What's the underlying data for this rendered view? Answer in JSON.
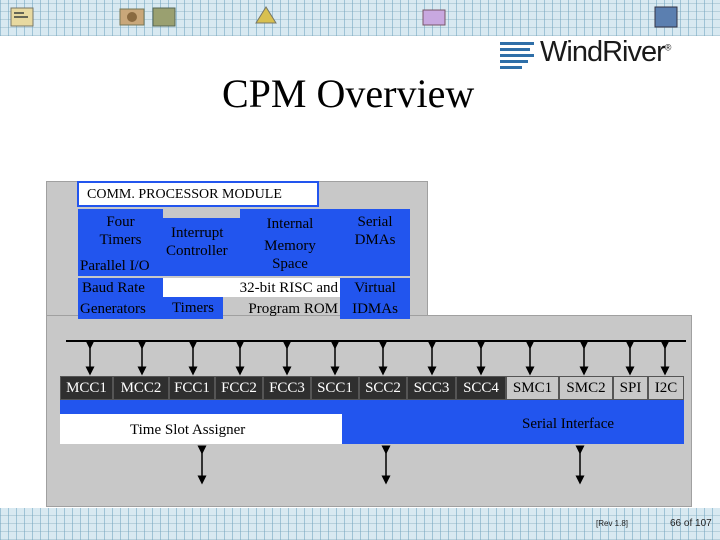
{
  "logo": {
    "text": "WindRiver",
    "mark": "®"
  },
  "title": "CPM Overview",
  "module": {
    "label": "COMM. PROCESSOR MODULE",
    "blocks": {
      "four_timers": [
        "Four",
        "Timers"
      ],
      "interrupt": [
        "Interrupt",
        "Controller"
      ],
      "internal": [
        "Internal",
        "Memory",
        "Space"
      ],
      "serial_dmas": [
        "Serial",
        "DMAs"
      ],
      "parallel_io": "Parallel I/O",
      "baud": [
        "Baud Rate",
        "Generators"
      ],
      "timers": "Timers",
      "risc": [
        "32-bit RISC and",
        "Program ROM"
      ],
      "virtual": [
        "Virtual",
        "IDMAs"
      ]
    }
  },
  "peripherals": [
    "MCC1",
    "MCC2",
    "FCC1",
    "FCC2",
    "FCC3",
    "SCC1",
    "SCC2",
    "SCC3",
    "SCC4",
    "SMC1",
    "SMC2",
    "SPI",
    "I2C"
  ],
  "time_slot_assigner": "Time Slot Assigner",
  "serial_interface": "Serial Interface",
  "footer": {
    "rev": "[Rev 1.8]",
    "page": "66 of 107"
  },
  "colors": {
    "accent": "#2255ee",
    "panel": "#c8c8c8",
    "dark": "#2f2f2f"
  }
}
